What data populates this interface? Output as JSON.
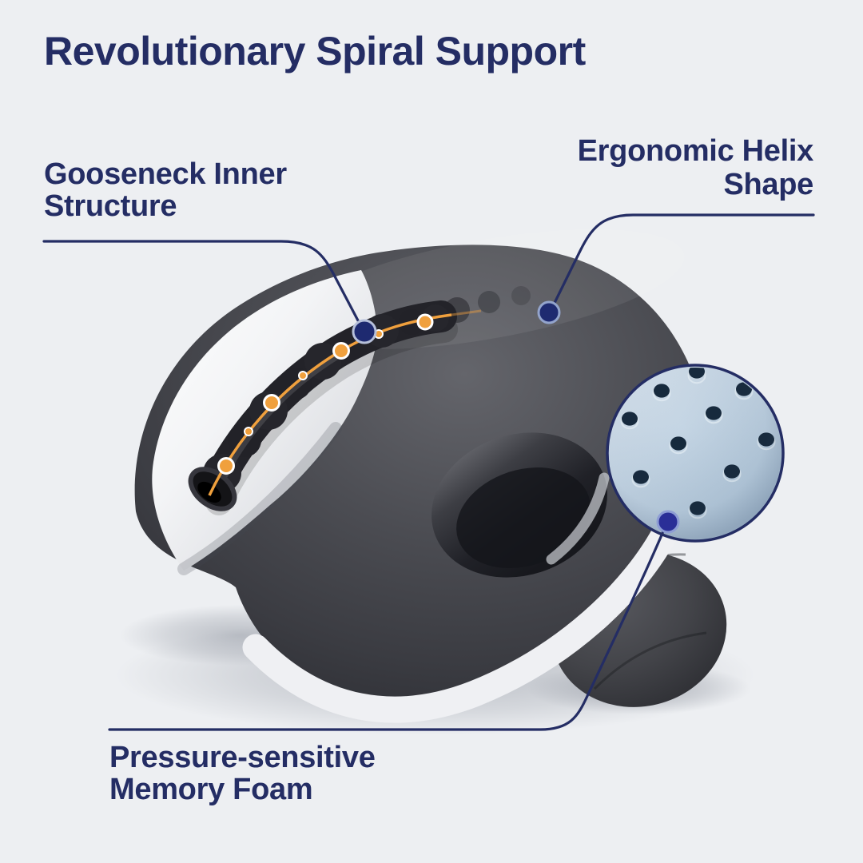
{
  "title": "Revolutionary Spiral Support",
  "annotations": {
    "gooseneck": {
      "label": "Gooseneck Inner\nStructure"
    },
    "helix": {
      "label": "Ergonomic Helix\nShape"
    },
    "memory_foam": {
      "label": "Pressure-sensitive\nMemory Foam"
    }
  },
  "colors": {
    "background": "#edeff2",
    "navy_text": "#242d64",
    "navy_line": "#242d64",
    "callout_dot": "#1e2a70",
    "inset_dot": "#2a2e97",
    "spine_orange": "#f0a03d",
    "foam_blue": "#c3d4e3",
    "pillow_dark": "#46474c",
    "shell_white": "#f2f3f5"
  }
}
